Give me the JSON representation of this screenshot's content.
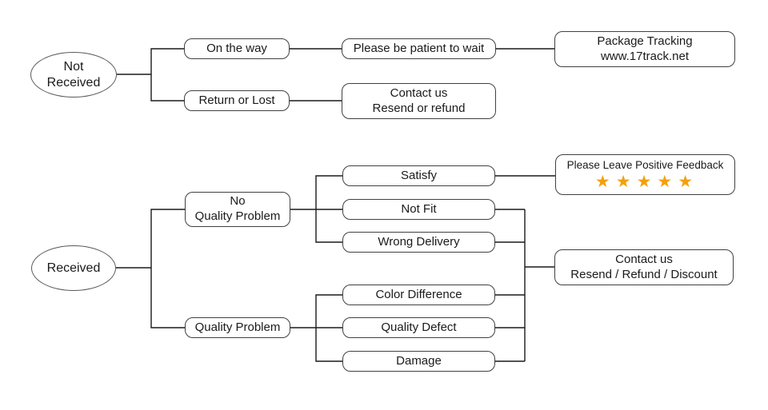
{
  "theme": {
    "background": "#ffffff",
    "text_color": "#1a1a1a",
    "line_color": "#1a1a1a",
    "node_border": "#404040",
    "ellipse_border": "#595959",
    "star_color": "#F5A009"
  },
  "nodes": {
    "not_received": {
      "label": "Not\nReceived",
      "shape": "ellipse"
    },
    "on_the_way": {
      "label": "On the way",
      "shape": "rounded-box"
    },
    "please_be_patient": {
      "label": "Please be patient to wait",
      "shape": "rounded-box"
    },
    "package_tracking": {
      "label": "Package Tracking\nwww.17track.net",
      "shape": "rounded-box"
    },
    "return_or_lost": {
      "label": "Return or Lost",
      "shape": "rounded-box"
    },
    "contact_us_resend_refund": {
      "label": "Contact us\nResend or refund",
      "shape": "rounded-box"
    },
    "received": {
      "label": "Received",
      "shape": "ellipse"
    },
    "no_quality_problem": {
      "label": "No\nQuality Problem",
      "shape": "rounded-box"
    },
    "satisfy": {
      "label": "Satisfy",
      "shape": "rounded-box"
    },
    "positive_feedback": {
      "label": "Please Leave Positive Feedback",
      "stars": "★★★★★",
      "star_count": 5,
      "shape": "rounded-box"
    },
    "not_fit": {
      "label": "Not Fit",
      "shape": "rounded-box"
    },
    "wrong_delivery": {
      "label": "Wrong Delivery",
      "shape": "rounded-box"
    },
    "contact_us_discount": {
      "label": "Contact us\nResend / Refund / Discount",
      "shape": "rounded-box"
    },
    "quality_problem": {
      "label": "Quality Problem",
      "shape": "rounded-box"
    },
    "color_difference": {
      "label": "Color Difference",
      "shape": "rounded-box"
    },
    "quality_defect": {
      "label": "Quality Defect",
      "shape": "rounded-box"
    },
    "damage": {
      "label": "Damage",
      "shape": "rounded-box"
    }
  },
  "edges": [
    {
      "from": "not_received",
      "to": "on_the_way"
    },
    {
      "from": "not_received",
      "to": "return_or_lost"
    },
    {
      "from": "on_the_way",
      "to": "please_be_patient"
    },
    {
      "from": "please_be_patient",
      "to": "package_tracking"
    },
    {
      "from": "return_or_lost",
      "to": "contact_us_resend_refund"
    },
    {
      "from": "received",
      "to": "no_quality_problem"
    },
    {
      "from": "received",
      "to": "quality_problem"
    },
    {
      "from": "no_quality_problem",
      "to": "satisfy"
    },
    {
      "from": "no_quality_problem",
      "to": "not_fit"
    },
    {
      "from": "no_quality_problem",
      "to": "wrong_delivery"
    },
    {
      "from": "satisfy",
      "to": "positive_feedback"
    },
    {
      "from": "not_fit",
      "to": "contact_us_discount"
    },
    {
      "from": "wrong_delivery",
      "to": "contact_us_discount"
    },
    {
      "from": "quality_problem",
      "to": "color_difference"
    },
    {
      "from": "quality_problem",
      "to": "quality_defect"
    },
    {
      "from": "quality_problem",
      "to": "damage"
    },
    {
      "from": "color_difference",
      "to": "contact_us_discount"
    },
    {
      "from": "quality_defect",
      "to": "contact_us_discount"
    },
    {
      "from": "damage",
      "to": "contact_us_discount"
    }
  ]
}
